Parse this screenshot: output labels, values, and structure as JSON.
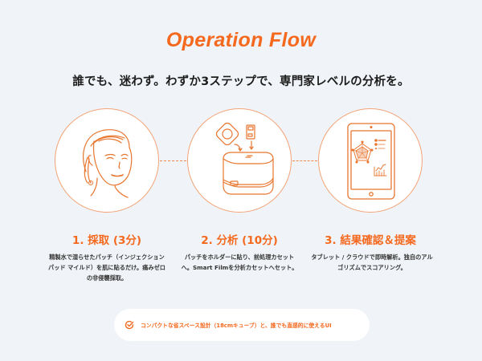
{
  "header": {
    "title": "Operation Flow",
    "subtitle": "誰でも、迷わず。わずか3ステップで、専門家レベルの分析を。"
  },
  "colors": {
    "accent": "#f5691f",
    "circle_border": "#f4a377",
    "background": "#f0f3f7"
  },
  "steps": [
    {
      "icon": "face-patch-icon",
      "title": "1. 採取 (3分)",
      "description": "精製水で湿らせたパッチ（インジェクションパッド マイルド）を肌に貼るだけ。痛みゼロの非侵襲採取。"
    },
    {
      "icon": "analyzer-device-icon",
      "title": "2. 分析 (10分)",
      "description": "パッチをホルダーに貼り、前処理カセットへ。Smart Filmを分析カセットへセット。"
    },
    {
      "icon": "tablet-radar-chart-icon",
      "title": "3. 結果確認＆提案",
      "description": "タブレット / クラウドで即時解析。独自のアルゴリズムでスコアリング。"
    }
  ],
  "footer": {
    "icon": "check-circle-icon",
    "text": "コンパクトな省スペース設計（18cmキューブ）と、誰でも直感的に使えるUI"
  }
}
